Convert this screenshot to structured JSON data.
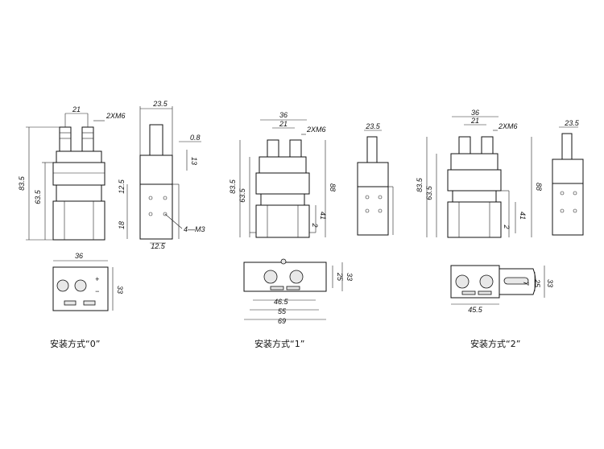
{
  "layouts": [
    {
      "caption": "安装方式“0”",
      "front": {
        "width": "21",
        "thread": "2XM6",
        "overall_h": "83.5",
        "body_h": "63.5"
      },
      "side": {
        "width": "23.5",
        "t": "0.8",
        "h": "13",
        "h1": "12.5",
        "h2": "18",
        "bottom": "12.5",
        "screw": "4—M3"
      },
      "plan": {
        "w": "36",
        "h": "33"
      }
    },
    {
      "caption": "安装方式“1”",
      "front": {
        "w36": "36",
        "w21": "21",
        "thread": "2XM6",
        "overall_h": "83.5",
        "body_h": "63.5",
        "h88": "88",
        "h41": "41",
        "h2": "2"
      },
      "side": {
        "width": "23.5"
      },
      "plan": {
        "w46": "46.5",
        "w55": "55",
        "w69": "69",
        "h25": "25",
        "h33": "33"
      }
    },
    {
      "caption": "安装方式“2”",
      "front": {
        "w36": "36",
        "w21": "21",
        "thread": "2XM6",
        "overall_h": "83.5",
        "body_h": "63.5",
        "h88": "88",
        "h41": "41",
        "h2": "2"
      },
      "side": {
        "width": "23.5"
      },
      "plan": {
        "w": "45.5",
        "h7": "7",
        "h25": "25",
        "h33": "33"
      }
    }
  ]
}
